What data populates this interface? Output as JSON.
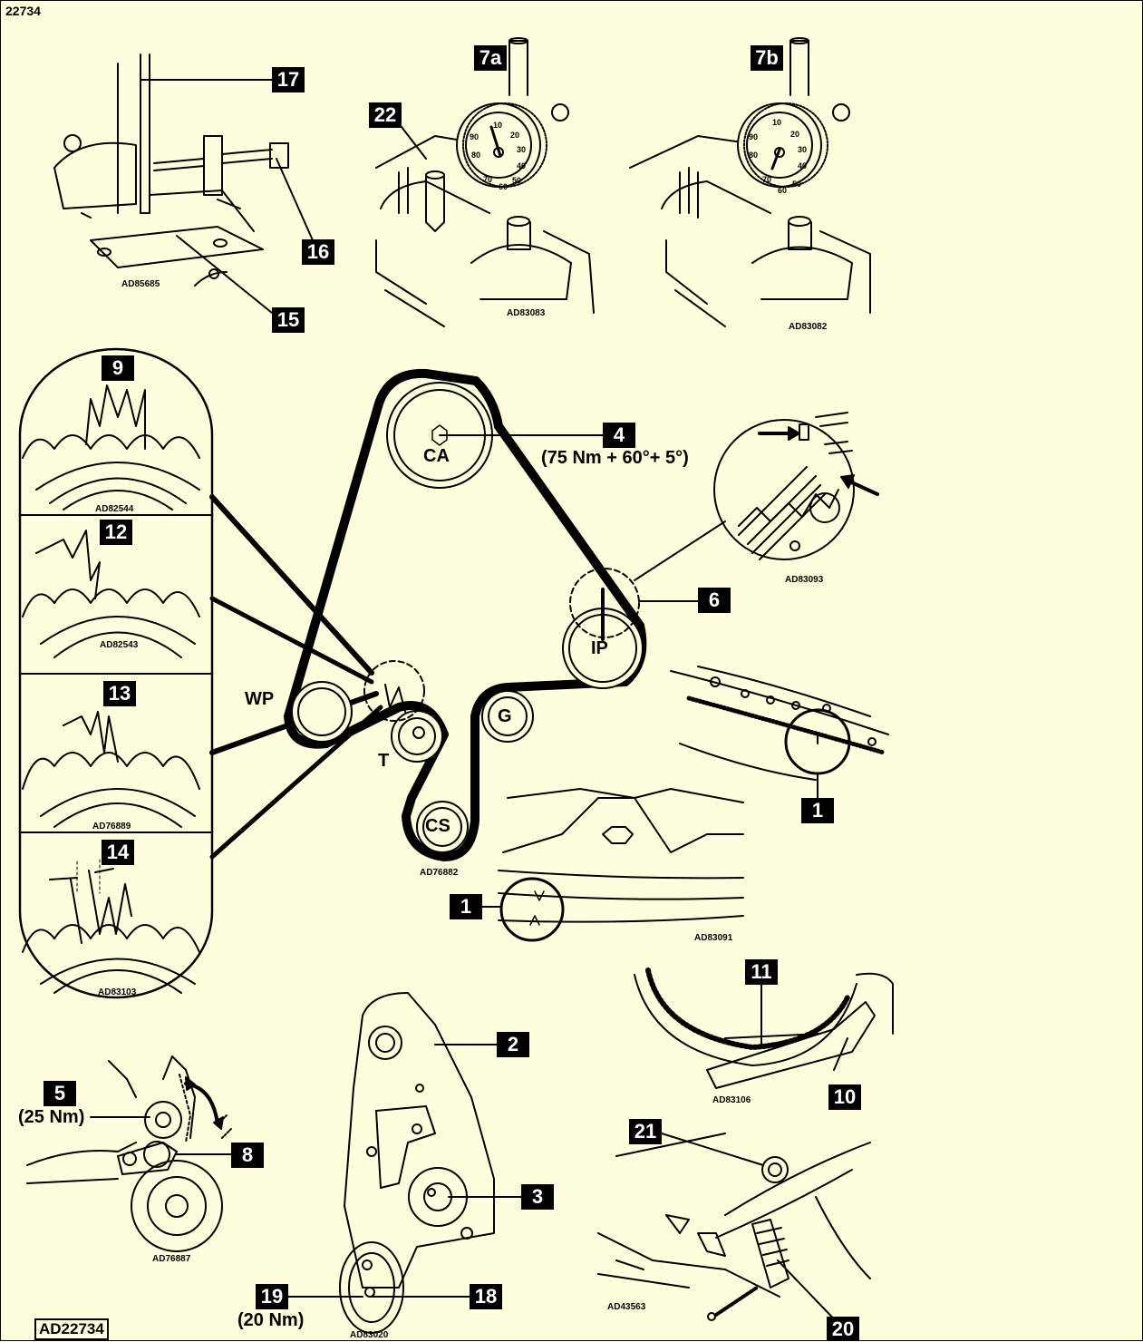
{
  "figure_id": "22734",
  "main_ref": "AD22734",
  "callouts": {
    "c1a": "1",
    "c1b": "1",
    "c2": "2",
    "c3": "3",
    "c4": "4",
    "c5": "5",
    "c6": "6",
    "c7a": "7a",
    "c7b": "7b",
    "c8": "8",
    "c9": "9",
    "c10": "10",
    "c11": "11",
    "c12": "12",
    "c13": "13",
    "c14": "14",
    "c15": "15",
    "c16": "16",
    "c17": "17",
    "c18": "18",
    "c19": "19",
    "c20": "20",
    "c21": "21",
    "c22": "22"
  },
  "torques": {
    "t4": "(75 Nm + 60°+ 5°)",
    "t5": "(25 Nm)",
    "t19": "(20 Nm)"
  },
  "pulleys": {
    "camshaft": "CA",
    "injection_pump": "IP",
    "water_pump": "WP",
    "guide": "G",
    "tensioner": "T",
    "crankshaft": "CS"
  },
  "refs": {
    "r_tool": "AD85685",
    "r_dial_a": "AD83083",
    "r_dial_b": "AD83082",
    "r_d9": "AD82544",
    "r_d12": "AD82543",
    "r_d13": "AD76889",
    "r_d14": "AD83103",
    "r_belt": "AD76882",
    "r_pump": "AD83093",
    "r_fly1": "AD83091",
    "r_fly2": "AD83106",
    "r_tens": "AD76887",
    "r_bracket": "AD83020",
    "r_bottom": "AD43563"
  },
  "dial_numbers": [
    "10",
    "20",
    "30",
    "40",
    "50",
    "60",
    "70",
    "80",
    "90"
  ]
}
